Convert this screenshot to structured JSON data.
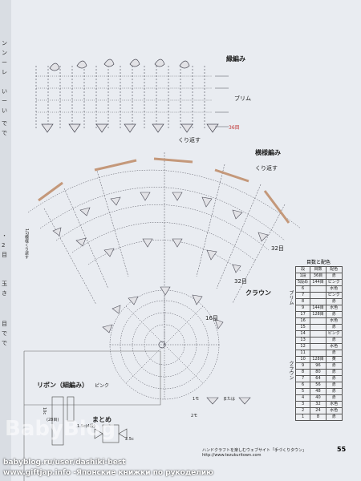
{
  "left_page": {
    "fragments": [
      "ン",
      "ン",
      "ー",
      "レ",
      "い",
      "ー",
      "い",
      "で",
      "で",
      "・",
      "2",
      "目",
      "玉",
      "き",
      "目",
      "で",
      "で"
    ]
  },
  "labels": {
    "brim_edge": "縁編み",
    "brim": "ブリム",
    "stitches_36": "36目",
    "repeat_1": "くり返す",
    "side": "横様編み",
    "repeat_2": "くり返す",
    "crown": "クラウン",
    "sts_32a": "32目",
    "sts_32b": "32目",
    "sts_16": "16目",
    "half_repeat": "1/2模様くり返す",
    "motif_1": "1モ",
    "motif_or": "または",
    "motif_2": "2モ"
  },
  "ribbon": {
    "title": "リボン（細編み）",
    "color": "ピンク",
    "dim_1": "10c",
    "dim_2": "(28目)",
    "dim_3": "1.5c(4段)",
    "dim_4": "2.5c",
    "join": "まとめ"
  },
  "color_table": {
    "title": "目数と配色",
    "headers": [
      "段",
      "目数",
      "配色"
    ],
    "rows": [
      [
        "1段",
        "36目",
        "赤"
      ],
      [
        "5段め",
        "144目",
        "ピンク"
      ],
      [
        "6",
        "",
        "水色"
      ],
      [
        "7",
        "",
        "ピンク"
      ],
      [
        "8",
        "",
        "赤"
      ],
      [
        "9",
        "144目",
        "水色"
      ],
      [
        "17",
        "128目",
        "赤"
      ],
      [
        "16",
        "",
        "水色"
      ],
      [
        "15",
        "",
        "赤"
      ],
      [
        "14",
        "",
        "ピンク"
      ],
      [
        "13",
        "",
        "赤"
      ],
      [
        "12",
        "",
        "水色"
      ],
      [
        "11",
        "",
        "赤"
      ],
      [
        "10",
        "128目",
        "黄"
      ],
      [
        "9",
        "96",
        "赤"
      ],
      [
        "8",
        "80",
        "赤"
      ],
      [
        "7",
        "64",
        "赤"
      ],
      [
        "6",
        "56",
        "赤"
      ],
      [
        "5",
        "48",
        "赤"
      ],
      [
        "4",
        "40",
        "赤"
      ],
      [
        "3",
        "32",
        "水色"
      ],
      [
        "2",
        "24",
        "水色"
      ],
      [
        "1",
        "8",
        "赤"
      ]
    ],
    "side_labels": [
      "ブリム",
      "クラウン"
    ]
  },
  "footer": "ハンドクラフトを楽しむウェブサイト「手づくりタウン」http://www.tezukuritown.com",
  "page_number": "55",
  "watermarks": {
    "logo": "BabyBlog",
    "line1": "babyblog.ru/user/dashiki-best",
    "line2": "www.giftjap.info -Японские книжки по рукоделию"
  },
  "colors": {
    "page": "#e9ecf1",
    "chart_ink": "#4a4a55",
    "accent_stripe": "#c4987a",
    "red_text": "#c03030"
  }
}
